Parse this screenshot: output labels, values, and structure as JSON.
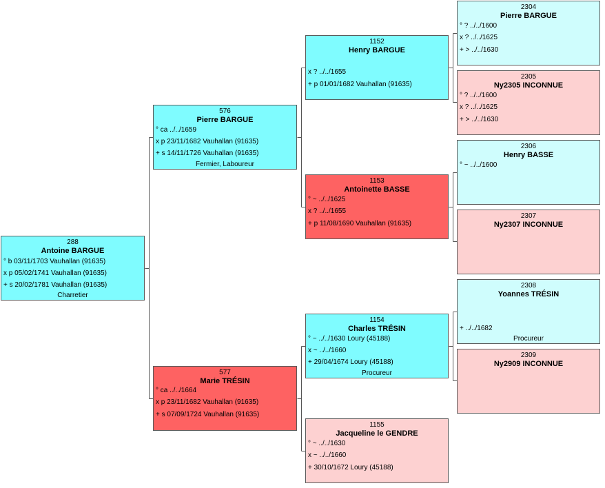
{
  "people": {
    "p288": {
      "num": "288",
      "name": "Antoine BARGUE",
      "birth": "° b 03/11/1703 Vauhallan (91635)",
      "marriage": "x p 05/02/1741 Vauhallan (91635)",
      "death": "+ s 20/02/1781 Vauhallan (91635)",
      "occupation": "Charretier"
    },
    "p576": {
      "num": "576",
      "name": "Pierre BARGUE",
      "birth": "° ca ../../1659",
      "marriage": "x p 23/11/1682 Vauhallan (91635)",
      "death": "+ s 14/11/1726 Vauhallan (91635)",
      "occupation": "Fermier, Laboureur"
    },
    "p577": {
      "num": "577",
      "name": "Marie TRÉSIN",
      "birth": "° ca ../../1664",
      "marriage": "x p 23/11/1682 Vauhallan (91635)",
      "death": "+ s 07/09/1724 Vauhallan (91635)"
    },
    "p1152": {
      "num": "1152",
      "name": "Henry BARGUE",
      "marriage": "x ? ../../1655",
      "death": "+ p 01/01/1682 Vauhallan (91635)"
    },
    "p1153": {
      "num": "1153",
      "name": "Antoinette BASSE",
      "birth": "° ~ ../../1625",
      "marriage": "x ? ../../1655",
      "death": "+ p 11/08/1690 Vauhallan (91635)"
    },
    "p1154": {
      "num": "1154",
      "name": "Charles TRÉSIN",
      "birth": "° ~ ../../1630 Loury (45188)",
      "marriage": "x ~ ../../1660",
      "death": "+ 29/04/1674 Loury (45188)",
      "occupation": "Procureur"
    },
    "p1155": {
      "num": "1155",
      "name": "Jacqueline le GENDRE",
      "birth": "° ~ ../../1630",
      "marriage": "x ~ ../../1660",
      "death": "+ 30/10/1672 Loury (45188)"
    },
    "p2304": {
      "num": "2304",
      "name": "Pierre BARGUE",
      "birth": "° ? ../../1600",
      "marriage": "x ? ../../1625",
      "death": "+ > ../../1630"
    },
    "p2305": {
      "num": "2305",
      "name": "Ny2305 INCONNUE",
      "birth": "° ? ../../1600",
      "marriage": "x ? ../../1625",
      "death": "+ > ../../1630"
    },
    "p2306": {
      "num": "2306",
      "name": "Henry BASSE",
      "birth": "° ~ ../../1600"
    },
    "p2307": {
      "num": "2307",
      "name": "Ny2307 INCONNUE"
    },
    "p2308": {
      "num": "2308",
      "name": "Yoannes TRÉSIN",
      "death": "+ ../../1682",
      "occupation": "Procureur"
    },
    "p2309": {
      "num": "2309",
      "name": "Ny2909 INCONNUE"
    }
  },
  "colors": {
    "male_highlight": "#7ffcff",
    "male_plain": "#cffdfd",
    "female_highlight": "#fe6262",
    "female_plain": "#fdd1d1",
    "border": "#5b5b5b",
    "connector": "#555555"
  }
}
